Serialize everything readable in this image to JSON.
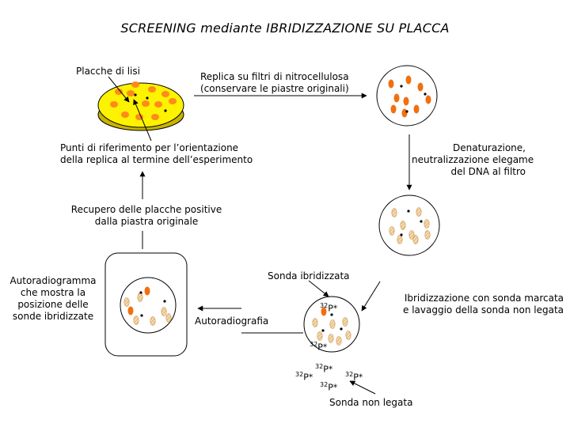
{
  "title": "SCREENING mediante IBRIDIZZAZIONE SU PLACCA",
  "labels": {
    "placche_di_lisi": "Placche di lisi",
    "replica": [
      "Replica su filtri di nitrocellulosa",
      "(conservare le piastre originali)"
    ],
    "punti_riferimento": [
      "Punti di riferimento per l’orientazione",
      "della replica al termine dell’esperimento"
    ],
    "denaturazione": [
      "Denaturazione,",
      "neutralizzazione elegame",
      "del DNA al filtro"
    ],
    "recupero": [
      "Recupero delle placche positive",
      "dalla piastra originale"
    ],
    "autoradiogramma": [
      "Autoradiogramma",
      "che mostra la",
      "posizione delle",
      "sonde ibridizzate"
    ],
    "sonda_ibridizzata": "Sonda ibridizzata",
    "autoradiografia": "Autoradiografia",
    "ibridizzazione": [
      "Ibridizzazione con sonda marcata",
      "e lavaggio della sonda non legata"
    ],
    "sonda_non_legata": "Sonda non legata"
  },
  "isotope": {
    "mass": "32",
    "symbol": "P*"
  },
  "colors": {
    "plate_yellow": "#fdf200",
    "plaque_orange": "#ff8a1a",
    "plaque_dark": "#f07010",
    "hybrid_tan": "#e0b070",
    "reference_dot": "#000000",
    "line": "#000000"
  }
}
